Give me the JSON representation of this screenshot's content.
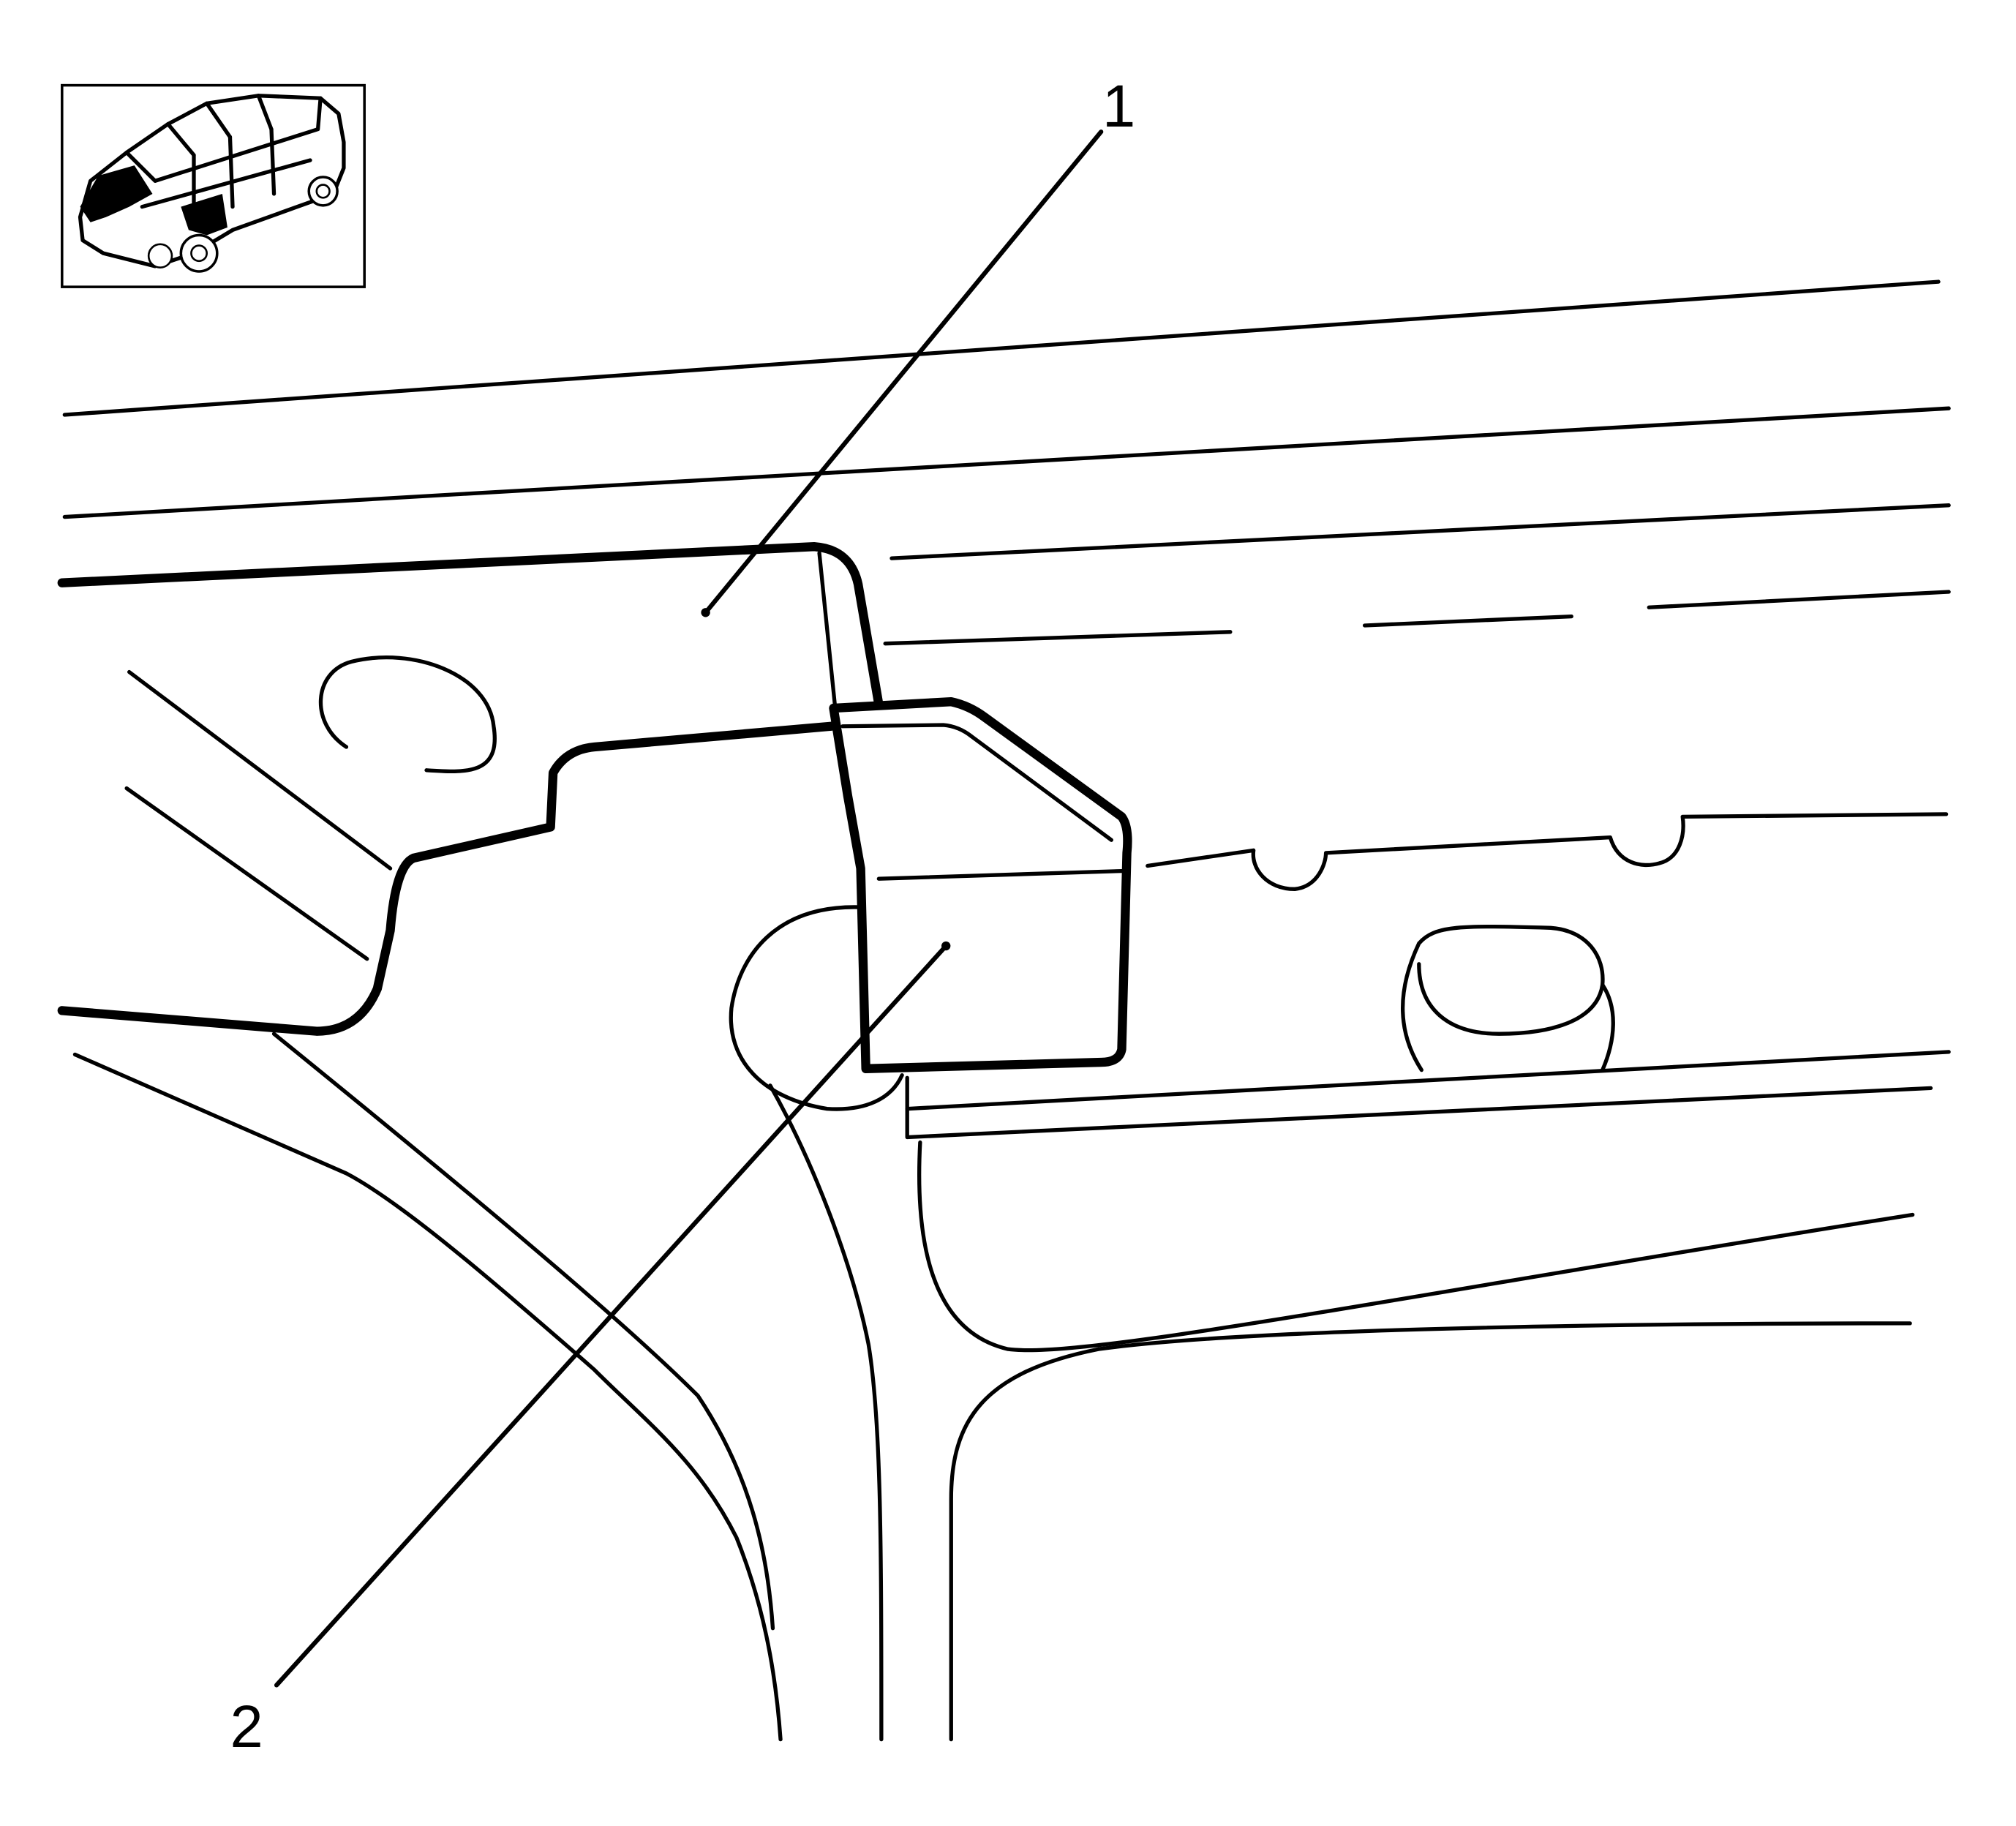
{
  "callouts": [
    {
      "id": "1",
      "label": "1"
    },
    {
      "id": "2",
      "label": "2"
    }
  ],
  "locator_icon": "vehicle-body-locator-icon",
  "colors": {
    "line": "#000000",
    "background": "#ffffff"
  }
}
